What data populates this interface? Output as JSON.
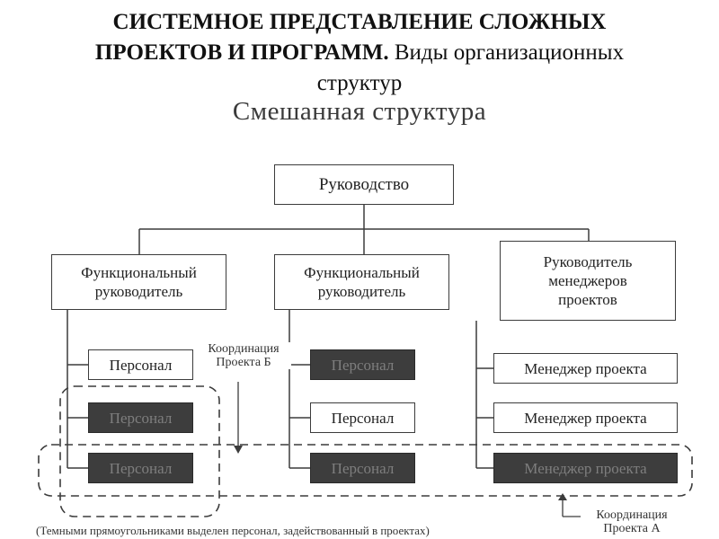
{
  "heading": {
    "line1": "СИСТЕМНОЕ ПРЕДСТАВЛЕНИЕ СЛОЖНЫХ",
    "line2_bold": "ПРОЕКТОВ И ПРОГРАММ.",
    "line2_light": "Виды организационных",
    "line3": "структур"
  },
  "slide_title": "Смешанная структура",
  "root": "Руководство",
  "branches": {
    "left_head": [
      "Функциональный",
      "руководитель"
    ],
    "mid_head": [
      "Функциональный",
      "руководитель"
    ],
    "right_head": [
      "Руководитель",
      "менеджеров",
      "проектов"
    ]
  },
  "items": {
    "left": [
      {
        "label": "Персонал",
        "highlighted": false
      },
      {
        "label": "Персонал",
        "highlighted": true
      },
      {
        "label": "Персонал",
        "highlighted": true
      }
    ],
    "mid": [
      {
        "label": "Персонал",
        "highlighted": true
      },
      {
        "label": "Персонал",
        "highlighted": false
      },
      {
        "label": "Персонал",
        "highlighted": true
      }
    ],
    "right": [
      {
        "label": "Менеджер проекта",
        "highlighted": false
      },
      {
        "label": "Менеджер проекта",
        "highlighted": false
      },
      {
        "label": "Менеджер проекта",
        "highlighted": true
      }
    ]
  },
  "annotations": {
    "coord_b": [
      "Координация",
      "Проекта Б"
    ],
    "coord_a": [
      "Координация",
      "Проекта А"
    ]
  },
  "footnote": "(Темными прямоугольниками выделен персонал, задействованный в проектах)",
  "colors": {
    "highlight_fill": "#3d3d3d",
    "line": "#3c3c3c"
  }
}
